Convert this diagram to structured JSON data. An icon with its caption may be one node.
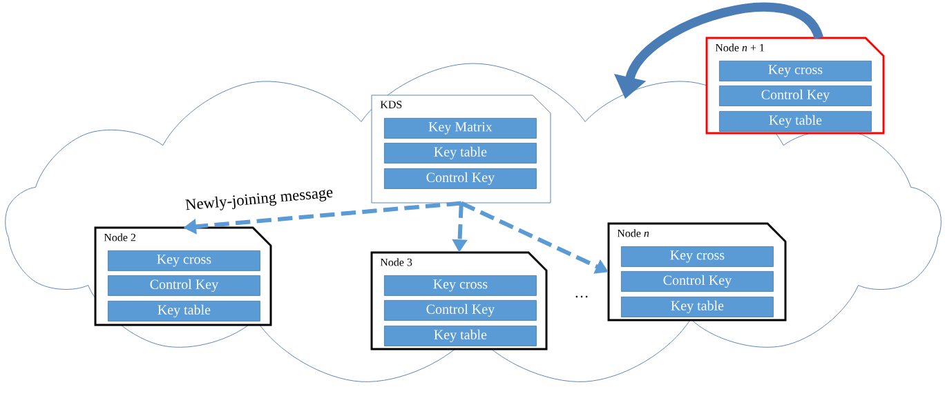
{
  "diagram": {
    "nodes": [
      {
        "text": [],
        "shape": "cloud"
      },
      {
        "text": [
          "Node *n* + 1"
        ]
      },
      {
        "text": [
          "Key cross"
        ],
        "in": 1
      },
      {
        "text": [
          "Control Key"
        ],
        "in": 1
      },
      {
        "text": [
          "Key table"
        ],
        "in": 1
      },
      {
        "text": [
          "KDS"
        ],
        "in": 0
      },
      {
        "text": [
          "Key Matrix"
        ],
        "in": 5
      },
      {
        "text": [
          "Key table"
        ],
        "in": 5
      },
      {
        "text": [
          "Control Key"
        ],
        "in": 5
      },
      {
        "text": [
          "Node 2"
        ],
        "in": 0
      },
      {
        "text": [
          "Key cross"
        ],
        "in": 9
      },
      {
        "text": [
          "Control Key"
        ],
        "in": 9
      },
      {
        "text": [
          "Key table"
        ],
        "in": 9
      },
      {
        "text": [
          "Node 3"
        ],
        "in": 0
      },
      {
        "text": [
          "Key cross"
        ],
        "in": 13
      },
      {
        "text": [
          "Control Key"
        ],
        "in": 13
      },
      {
        "text": [
          "Key table"
        ],
        "in": 13
      },
      {
        "text": [
          "Node *n*"
        ],
        "in": 0
      },
      {
        "text": [
          "Key cross"
        ],
        "in": 17
      },
      {
        "text": [
          "Control Key"
        ],
        "in": 17
      },
      {
        "text": [
          "Key table"
        ],
        "in": 17
      }
    ],
    "edges": [
      {
        "from": 5,
        "to": 9,
        "arrow": "to",
        "style": "dashed",
        "label": "Newly-joining message"
      },
      {
        "from": 5,
        "to": 13,
        "arrow": "to",
        "style": "dashed"
      },
      {
        "from": 5,
        "to": 17,
        "arrow": "to",
        "style": "dashed"
      },
      {
        "from": 1,
        "to": 0,
        "arrow": "to",
        "style": "thick",
        "color": "#4a7cb5"
      }
    ],
    "labels": [
      "…"
    ]
  }
}
